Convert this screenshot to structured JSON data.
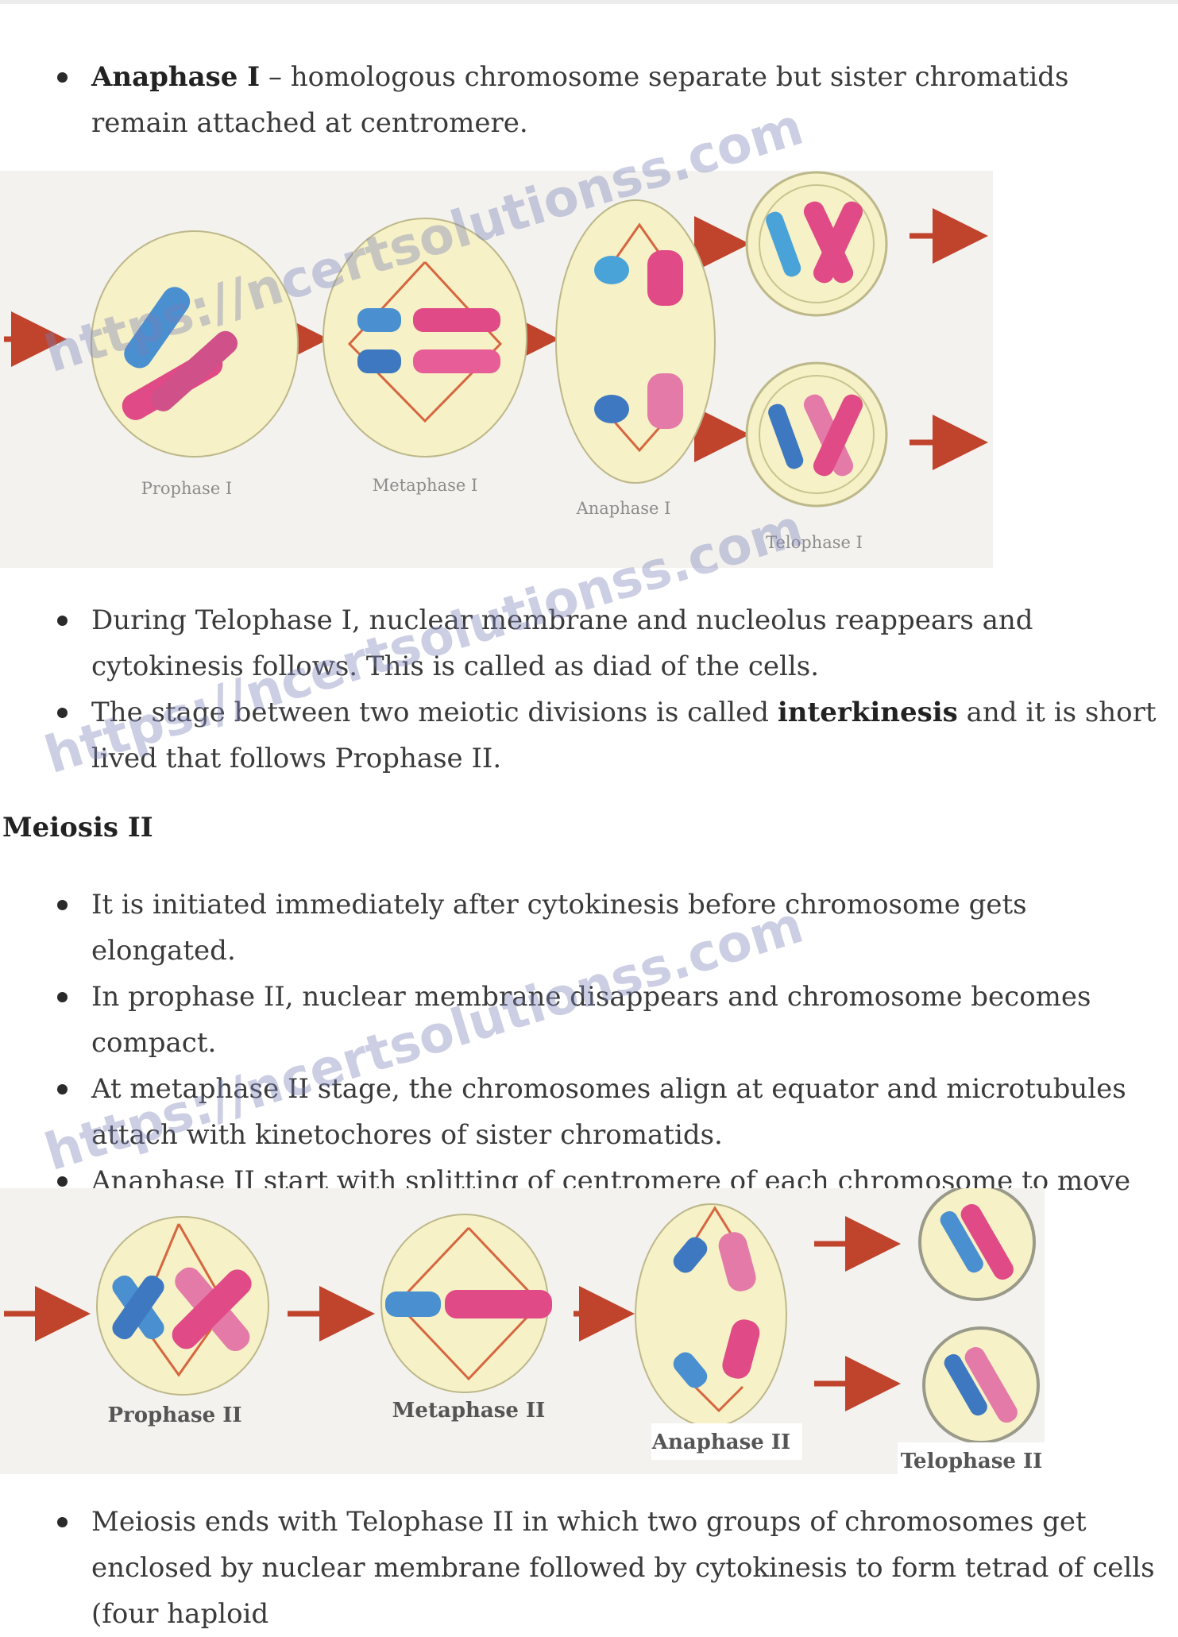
{
  "bullets_top": [
    {
      "bold": "Anaphase I",
      "text": " – homologous chromosome separate but sister chromatids remain attached at centromere."
    }
  ],
  "figure1": {
    "labels": [
      "Prophase I",
      "Metaphase I",
      "Anaphase I",
      "Telophase I"
    ]
  },
  "bullets_mid": [
    {
      "pre": "During Telophase I, nuclear membrane and nucleolus reappears and cytokinesis follows. This is called as diad of the cells.",
      "bold": "",
      "post": ""
    },
    {
      "pre": "The stage between two meiotic divisions is called ",
      "bold": "interkinesis",
      "post": " and it is short lived that follows Prophase II."
    }
  ],
  "heading": "Meiosis II",
  "bullets_meiosis2": [
    "It is initiated immediately after cytokinesis before chromosome gets elongated.",
    "In prophase II, nuclear membrane disappears and chromosome becomes compact.",
    "At metaphase II stage, the chromosomes align at equator and microtubules attach with kinetochores of sister chromatids.",
    "Anaphase II start with splitting of centromere of each chromosome to move towards opposite poles."
  ],
  "figure2": {
    "labels": [
      "Prophase II",
      "Metaphase II",
      "Anaphase II",
      "Telophase II"
    ]
  },
  "bullets_bottom": [
    "Meiosis ends with Telophase II in which two groups of chromosomes get enclosed by nuclear membrane followed by cytokinesis to form tetrad of cells (four haploid"
  ],
  "watermark": "https://ncertsolutionss.com",
  "colors": {
    "arrow": "#c0432c",
    "cell": "#f6f1c6",
    "blue": "#4a8fd0",
    "pink": "#e04a86"
  }
}
